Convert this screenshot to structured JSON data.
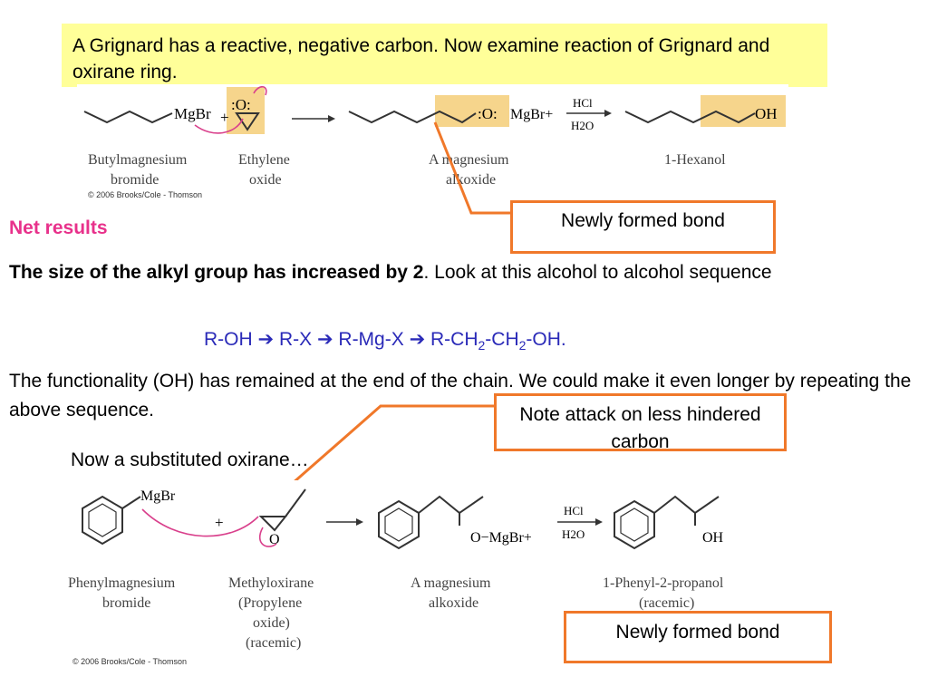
{
  "intro": "A Grignard has a reactive, negative carbon. Now examine reaction of Grignard and oxirane ring.",
  "reaction1": {
    "mgbr": "MgBr",
    "plus": "+",
    "ring_o": ":O:",
    "alkoxide_o": ":O:",
    "mgbr_plus": "MgBr+",
    "reagent_top": "HCl",
    "reagent_bottom": "H2O",
    "oh": "OH",
    "label_1a": "Butylmagnesium",
    "label_1b": "bromide",
    "label_2a": "Ethylene",
    "label_2b": "oxide",
    "label_3a": "A magnesium",
    "label_3b": "alkoxide",
    "label_4": "1-Hexanol",
    "copyright": "© 2006 Brooks/Cole - Thomson"
  },
  "callout_bond_1": "Newly formed bond",
  "net_results": "Net results",
  "para1_bold": "The size of the alkyl group has increased by 2",
  "para1_rest": ". Look at this alcohol to alcohol sequence",
  "sequence": {
    "p1": "R-OH ",
    "p2": " R-X  ",
    "p3": " R-Mg-X ",
    "p4": " R-CH",
    "sub": "2",
    "p5": "-CH",
    "p6": "-OH.",
    "arrow": "➔"
  },
  "para2": "The functionality (OH) has remained at the end of the chain.  We could make it even longer by repeating the above sequence.",
  "callout_attack": "Note attack on less hindered carbon",
  "para3": "Now a substituted oxirane…",
  "reaction2": {
    "mgbr": "MgBr",
    "plus": "+",
    "ring_o": "O",
    "alkoxide": "O−MgBr+",
    "reagent_top": "HCl",
    "reagent_bottom": "H2O",
    "oh": "OH",
    "label_1a": "Phenylmagnesium",
    "label_1b": "bromide",
    "label_2a": "Methyloxirane",
    "label_2b": "(Propylene",
    "label_2c": "oxide)",
    "label_2d": "(racemic)",
    "label_3a": "A magnesium",
    "label_3b": "alkoxide",
    "label_4a": "1-Phenyl-2-propanol",
    "label_4b": "(racemic)",
    "copyright": "© 2006 Brooks/Cole - Thomson"
  },
  "callout_bond_2": "Newly formed bond",
  "colors": {
    "highlight": "#ffff99",
    "accent": "#f0782a",
    "pink": "#e8318b",
    "seq_blue": "#2a2ab8",
    "arrow_pink": "#d9408c"
  }
}
